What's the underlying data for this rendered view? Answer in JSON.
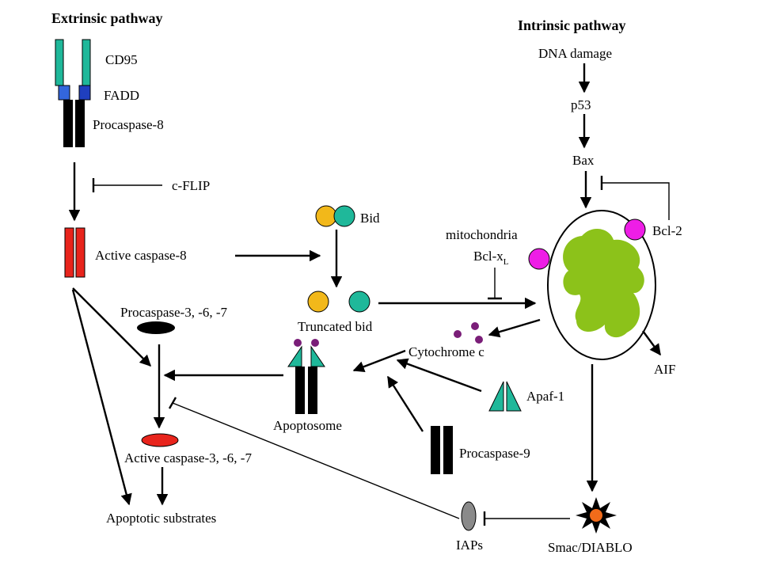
{
  "headers": {
    "extrinsic": "Extrinsic pathway",
    "intrinsic": "Intrinsic pathway"
  },
  "labels": {
    "cd95": "CD95",
    "fadd": "FADD",
    "procaspase8": "Procaspase-8",
    "cflip": "c-FLIP",
    "active_caspase8": "Active caspase-8",
    "bid": "Bid",
    "truncated_bid": "Truncated bid",
    "procaspase367": "Procaspase-3, -6, -7",
    "active_caspase367": "Active caspase-3, -6, -7",
    "apoptotic_substrates": "Apoptotic substrates",
    "apoptosome": "Apoptosome",
    "cytochrome_c": "Cytochrome c",
    "apaf1": "Apaf-1",
    "procaspase9": "Procaspase-9",
    "dna_damage": "DNA damage",
    "p53": "p53",
    "bax": "Bax",
    "bcl2": "Bcl-2",
    "mitochondria": "mitochondria",
    "bclxl_main": "Bcl-x",
    "bclxl_sub": "L",
    "aif": "AIF",
    "iaps": "IAPs",
    "smac": "Smac/DIABLO"
  },
  "colors": {
    "receptor_teal": "#1fb89a",
    "fadd_blue": "#2255cc",
    "caspase_black": "#000000",
    "active_red": "#e8241c",
    "bid_yellow": "#f2b81a",
    "bid_teal": "#1fb89a",
    "cytc_purple": "#7a1e78",
    "mito_green": "#8cc21a",
    "bcl_magenta": "#ee1ee6",
    "iap_gray": "#8a8a8a",
    "smac_orange": "#f26b1a"
  }
}
